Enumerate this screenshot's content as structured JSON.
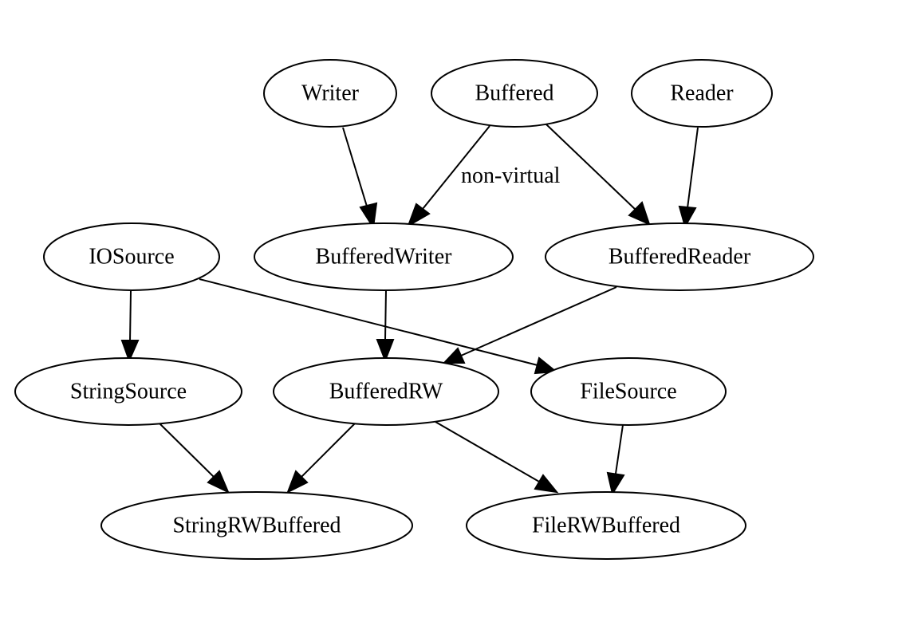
{
  "nodes": [
    {
      "id": "writer",
      "label": "Writer"
    },
    {
      "id": "buffered",
      "label": "Buffered"
    },
    {
      "id": "reader",
      "label": "Reader"
    },
    {
      "id": "iosource",
      "label": "IOSource"
    },
    {
      "id": "bufferedwriter",
      "label": "BufferedWriter"
    },
    {
      "id": "bufferedreader",
      "label": "BufferedReader"
    },
    {
      "id": "stringsource",
      "label": "StringSource"
    },
    {
      "id": "bufferedrw",
      "label": "BufferedRW"
    },
    {
      "id": "filesource",
      "label": "FileSource"
    },
    {
      "id": "stringrwbuffered",
      "label": "StringRWBuffered"
    },
    {
      "id": "filerwbuffered",
      "label": "FileRWBuffered"
    }
  ],
  "edges": [
    {
      "from": "writer",
      "to": "bufferedwriter",
      "label": ""
    },
    {
      "from": "buffered",
      "to": "bufferedwriter",
      "label": "non-virtual"
    },
    {
      "from": "buffered",
      "to": "bufferedreader",
      "label": ""
    },
    {
      "from": "reader",
      "to": "bufferedreader",
      "label": ""
    },
    {
      "from": "iosource",
      "to": "stringsource",
      "label": ""
    },
    {
      "from": "iosource",
      "to": "filesource",
      "label": ""
    },
    {
      "from": "bufferedwriter",
      "to": "bufferedrw",
      "label": ""
    },
    {
      "from": "bufferedreader",
      "to": "bufferedrw",
      "label": ""
    },
    {
      "from": "stringsource",
      "to": "stringrwbuffered",
      "label": ""
    },
    {
      "from": "bufferedrw",
      "to": "stringrwbuffered",
      "label": ""
    },
    {
      "from": "bufferedrw",
      "to": "filerwbuffered",
      "label": ""
    },
    {
      "from": "filesource",
      "to": "filerwbuffered",
      "label": ""
    }
  ]
}
